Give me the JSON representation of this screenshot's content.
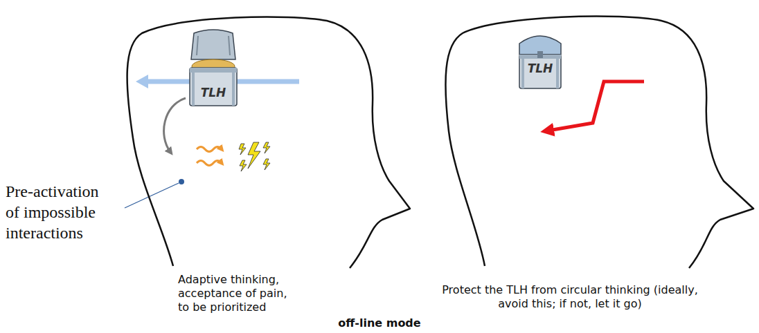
{
  "diagram": {
    "nodes": [
      {
        "text": [
          "Adaptive thinking, acceptance of pain, to be prioritized"
        ]
      },
      {
        "text": [
          "TLH"
        ],
        "in": 0
      },
      {
        "text": [
          "Protect the TLH from circular thinking (ideally, avoid this; if not, let it go)"
        ]
      },
      {
        "text": [
          "TLH"
        ],
        "in": 2
      }
    ],
    "labels": [
      "Pre-activation of impossible interactions",
      "off-line mode"
    ]
  }
}
